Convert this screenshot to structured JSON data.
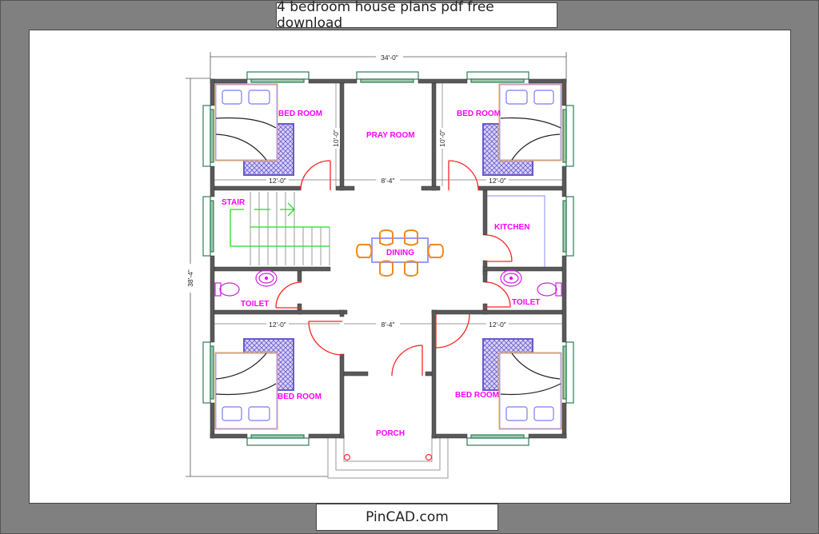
{
  "header": {
    "title": "4 bedroom house plans pdf free download"
  },
  "footer": {
    "site": "PinCAD.com"
  },
  "plan": {
    "overall_width": "34'-0\"",
    "overall_depth": "38'-4\"",
    "rooms": {
      "bedroom_top_left": "BED ROOM",
      "pray_room": "PRAY ROOM",
      "bedroom_top_right": "BED ROOM",
      "stair": "STAIR",
      "dining": "DINING",
      "kitchen": "KITCHEN",
      "toilet_left": "TOILET",
      "toilet_right": "TOILET",
      "bedroom_bottom_left": "BED ROOM",
      "bedroom_bottom_right": "BED ROOM",
      "porch": "PORCH"
    },
    "dims": {
      "bedroom_tl_width": "12'-0\"",
      "bedroom_tl_depth": "10'-0\"",
      "pray_width": "8'-4\"",
      "bedroom_tr_width": "12'-0\"",
      "bedroom_tr_depth": "10'-0\"",
      "bedroom_bl_width": "12'-0\"",
      "corridor_width": "8'-4\"",
      "bedroom_br_width": "12'-0\""
    },
    "colors": {
      "wall": "#595959",
      "door": "#ff2020",
      "label": "#ff00ff",
      "window": "#2e7d55",
      "furniture": "#7b6fe0",
      "chair": "#f08a1c",
      "stair_arrow": "#22dd22"
    }
  }
}
